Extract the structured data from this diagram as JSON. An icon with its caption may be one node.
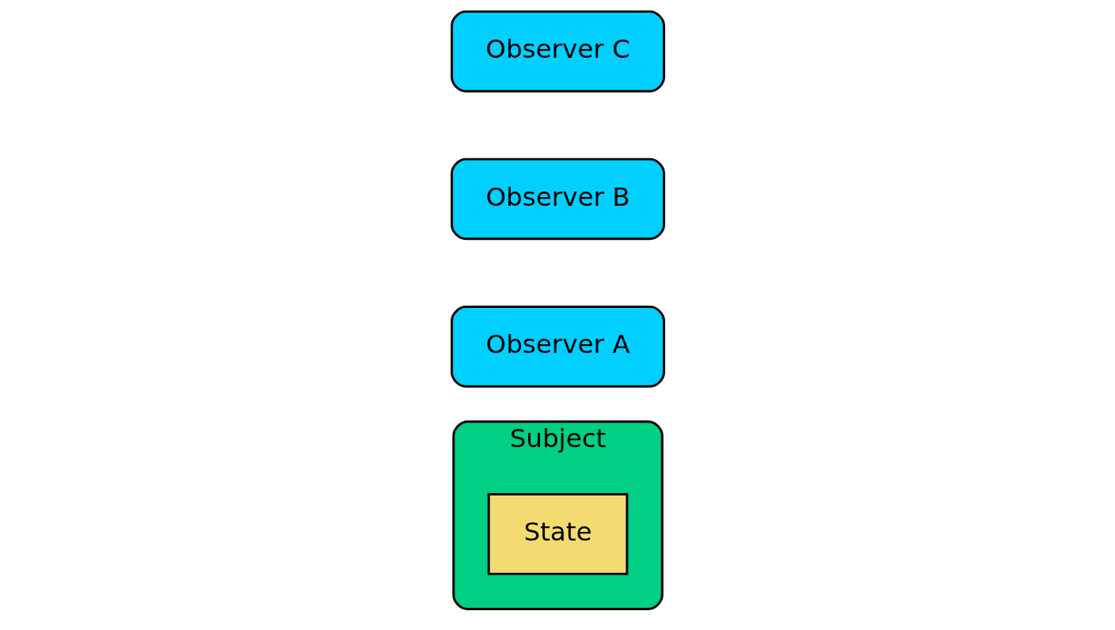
{
  "diagram": {
    "nodes": [
      {
        "text": [
          "Subject"
        ]
      },
      {
        "text": [
          "State"
        ],
        "in": 0
      },
      {
        "text": [
          "Observer A"
        ]
      },
      {
        "text": [
          "Observer B"
        ]
      },
      {
        "text": [
          "Observer C"
        ]
      }
    ]
  }
}
